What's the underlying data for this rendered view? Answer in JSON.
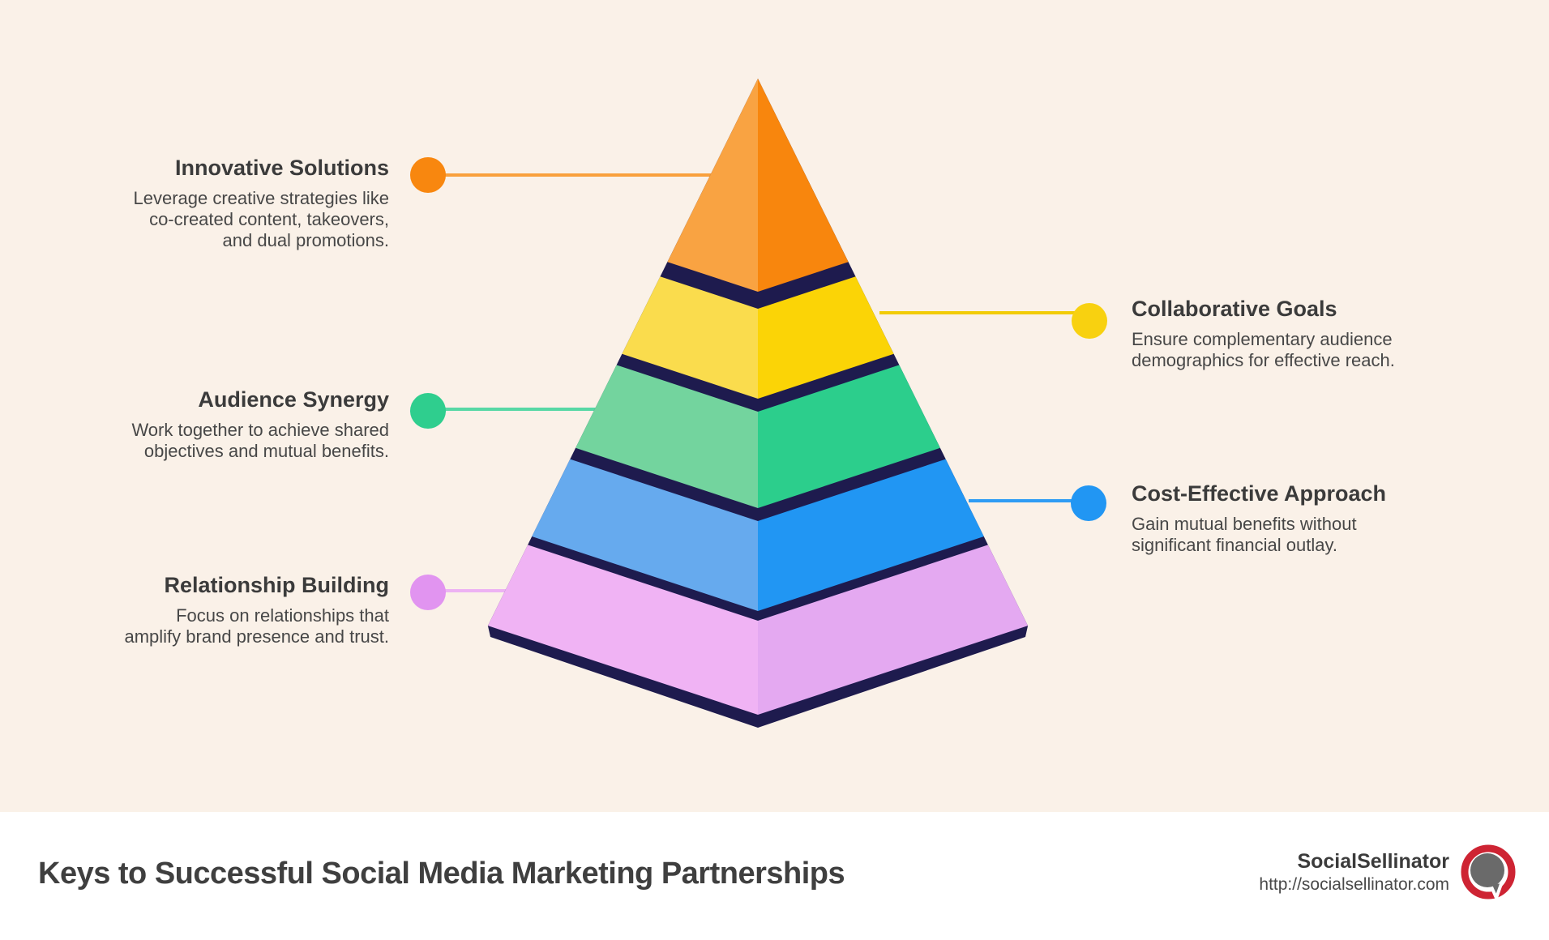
{
  "background": {
    "canvas_color": "#FAF1E8",
    "footer_color": "#FFFFFF"
  },
  "pyramid": {
    "outline_color": "#1E1B4E",
    "levels": [
      {
        "id": "innovative-solutions",
        "title": "Innovative Solutions",
        "description": "Leverage creative strategies like\nco-created content, takeovers,\nand dual promotions.",
        "side": "left",
        "face_left": "#F9A342",
        "face_right": "#F8860D",
        "dot_color": "#F8870F",
        "line_color": "#F9A03C"
      },
      {
        "id": "collaborative-goals",
        "title": "Collaborative Goals",
        "description": "Ensure complementary audience\ndemographics for effective reach.",
        "side": "right",
        "face_left": "#FADC4D",
        "face_right": "#FBD406",
        "dot_color": "#F8D110",
        "line_color": "#F2CC06"
      },
      {
        "id": "audience-synergy",
        "title": "Audience Synergy",
        "description": "Work together to achieve shared\nobjectives and mutual benefits.",
        "side": "left",
        "face_left": "#73D49E",
        "face_right": "#2CCE8C",
        "dot_color": "#2FCE8E",
        "line_color": "#57D8A5"
      },
      {
        "id": "cost-effective-approach",
        "title": "Cost-Effective Approach",
        "description": "Gain mutual benefits without\nsignificant financial outlay.",
        "side": "right",
        "face_left": "#66AAEE",
        "face_right": "#2196F3",
        "dot_color": "#2196F3",
        "line_color": "#2E9CF4"
      },
      {
        "id": "relationship-building",
        "title": "Relationship Building",
        "description": "Focus on relationships that\namplify brand presence and trust.",
        "side": "left",
        "face_left": "#F0B3F4",
        "face_right": "#E4A9F1",
        "dot_color": "#E194F0",
        "line_color": "#EDB2F3"
      }
    ]
  },
  "footer": {
    "title": "Keys to Successful Social Media Marketing Partnerships",
    "brand_name": "SocialSellinator",
    "brand_url": "http://socialsellinator.com",
    "logo_ring_color": "#CE2433",
    "logo_bubble_color": "#6A6A6A",
    "logo_bg_color": "#FFFFFF"
  }
}
